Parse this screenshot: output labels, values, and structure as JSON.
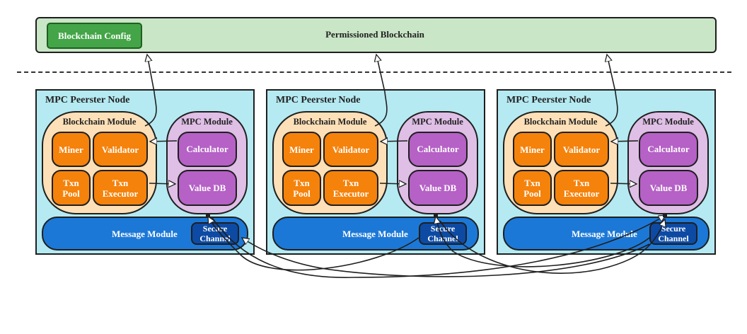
{
  "blockchain": {
    "title": "Permissioned Blockchain",
    "config_label": "Blockchain Config"
  },
  "nodes": [
    {
      "title": "MPC Peerster Node",
      "blockchain_module": {
        "title": "Blockchain Module",
        "miner": "Miner",
        "validator": "Validator",
        "txn_pool": "Txn\nPool",
        "txn_executor": "Txn\nExecutor"
      },
      "mpc_module": {
        "title": "MPC Module",
        "calculator": "Calculator",
        "value_db": "Value DB"
      },
      "message_module": {
        "title": "Message Module",
        "secure_channel": "Secure\nChannel"
      }
    },
    {
      "title": "MPC Peerster Node",
      "blockchain_module": {
        "title": "Blockchain Module",
        "miner": "Miner",
        "validator": "Validator",
        "txn_pool": "Txn\nPool",
        "txn_executor": "Txn\nExecutor"
      },
      "mpc_module": {
        "title": "MPC Module",
        "calculator": "Calculator",
        "value_db": "Value DB"
      },
      "message_module": {
        "title": "Message Module",
        "secure_channel": "Secure\nChannel"
      }
    },
    {
      "title": "MPC Peerster Node",
      "blockchain_module": {
        "title": "Blockchain Module",
        "miner": "Miner",
        "validator": "Validator",
        "txn_pool": "Txn\nPool",
        "txn_executor": "Txn\nExecutor"
      },
      "mpc_module": {
        "title": "MPC Module",
        "calculator": "Calculator",
        "value_db": "Value DB"
      },
      "message_module": {
        "title": "Message Module",
        "secure_channel": "Secure\nChannel"
      }
    }
  ],
  "colors": {
    "blockchain_bg": "#c9e6c6",
    "config_bg": "#43a547",
    "node_bg": "#b5eaf2",
    "blockchain_module_bg": "#fde0b8",
    "mpc_module_bg": "#dfbfe6",
    "orange_component": "#f5820b",
    "purple_component": "#b561c6",
    "message_module_bg": "#1c78d6",
    "secure_channel_bg": "#0d4aa3"
  }
}
